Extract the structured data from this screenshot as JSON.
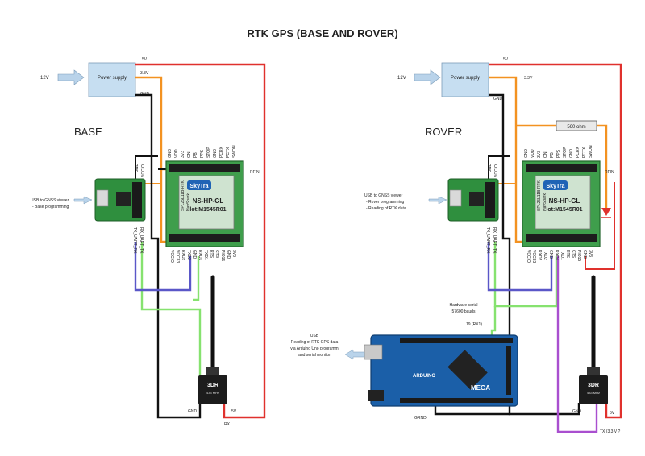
{
  "title": "RTK GPS (BASE AND ROVER)",
  "base": {
    "label": "BASE",
    "input_voltage": "12V",
    "power_supply": "Power supply",
    "v5": "5V",
    "v33": "3.3V",
    "gnd": "GND",
    "usb_note_1": "USB to GNSS viewer",
    "usb_note_2": "- Base programming",
    "pins_top": [
      "GND",
      "VDD",
      "3V3",
      "ON",
      "PB",
      "PPS",
      "STOP",
      "GND",
      "PCRX",
      "PCTX",
      "SWON"
    ],
    "rfin": "RFIN",
    "module_brand": "SkyTra",
    "module_name": "NS-HP-GL",
    "module_lot": "lot:M1545R01",
    "module_side_1": "SPL25L11B-RTK",
    "module_side_2": "NavSpark",
    "pins_bottom": [
      "VCCIO",
      "VCC33",
      "RXD2",
      "TXD2",
      "GND",
      "RXD1",
      "TXD1",
      "RTS",
      "CTS",
      "PIO15",
      "GND",
      "3V3"
    ],
    "ftdi_pins": [
      "GND",
      "VCCIO"
    ],
    "ftdi_bottom": [
      "TX_UART_RX",
      "RX_UART_TX"
    ],
    "radio_brand": "3DR",
    "radio_freq": "433 MHz",
    "radio_gnd": "GND",
    "radio_5v": "5V",
    "radio_rx": "RX"
  },
  "rover": {
    "label": "ROVER",
    "input_voltage": "12V",
    "power_supply": "Power supply",
    "v5": "5V",
    "v33": "3.3V",
    "gnd": "GND",
    "resistor": "560 ohm",
    "usb_note_1": "USB to GNSS viewer",
    "usb_note_2": "- Rover programming",
    "usb_note_3": "- Reading of RTK data",
    "pins_top": [
      "GND",
      "VDD",
      "3V3",
      "ON",
      "PB",
      "PPS",
      "STOP",
      "GND",
      "PCRX",
      "PCTX",
      "SWON"
    ],
    "rfin": "RFIN",
    "module_brand": "SkyTra",
    "module_name": "NS-HP-GL",
    "module_lot": "lot:M1545R01",
    "module_side_1": "SPL25L11B-RTK",
    "module_side_2": "NavSpark",
    "pins_bottom": [
      "VCCIO",
      "VCC33",
      "RXD2",
      "TXD2",
      "GND",
      "RXD1",
      "TXD1",
      "RTS",
      "CTS",
      "PIO15",
      "GND",
      "3V3"
    ],
    "ftdi_pins": [
      "GND",
      "VCCIO"
    ],
    "ftdi_bottom": [
      "TX_UART_RX",
      "RX_UART_TX"
    ],
    "hw_serial_1": "Hardware serial",
    "hw_serial_2": "57600 bauds",
    "rx1": "19 (RX1)",
    "arduino_usb_1": "USB",
    "arduino_usb_2": "Reading of RTK GPS data",
    "arduino_usb_3": "via Arduino Uno programm",
    "arduino_usb_4": "and serial monitor",
    "arduino_gnd": "GRND",
    "arduino_brand": "ARDUINO",
    "arduino_model": "MEGA",
    "radio_brand": "3DR",
    "radio_freq": "433 MHz",
    "radio_gnd": "GND",
    "radio_5v": "5V",
    "radio_tx": "TX (3.3 V ?"
  },
  "colors": {
    "red": "#e0312d",
    "orange": "#f39221",
    "black": "#111111",
    "green": "#86e26f",
    "blue": "#5a57c8",
    "purple": "#a94fcf",
    "pcb_green": "#3f9e4c",
    "arduino_blue": "#1b5fa8",
    "power_box": "#c6def1"
  }
}
